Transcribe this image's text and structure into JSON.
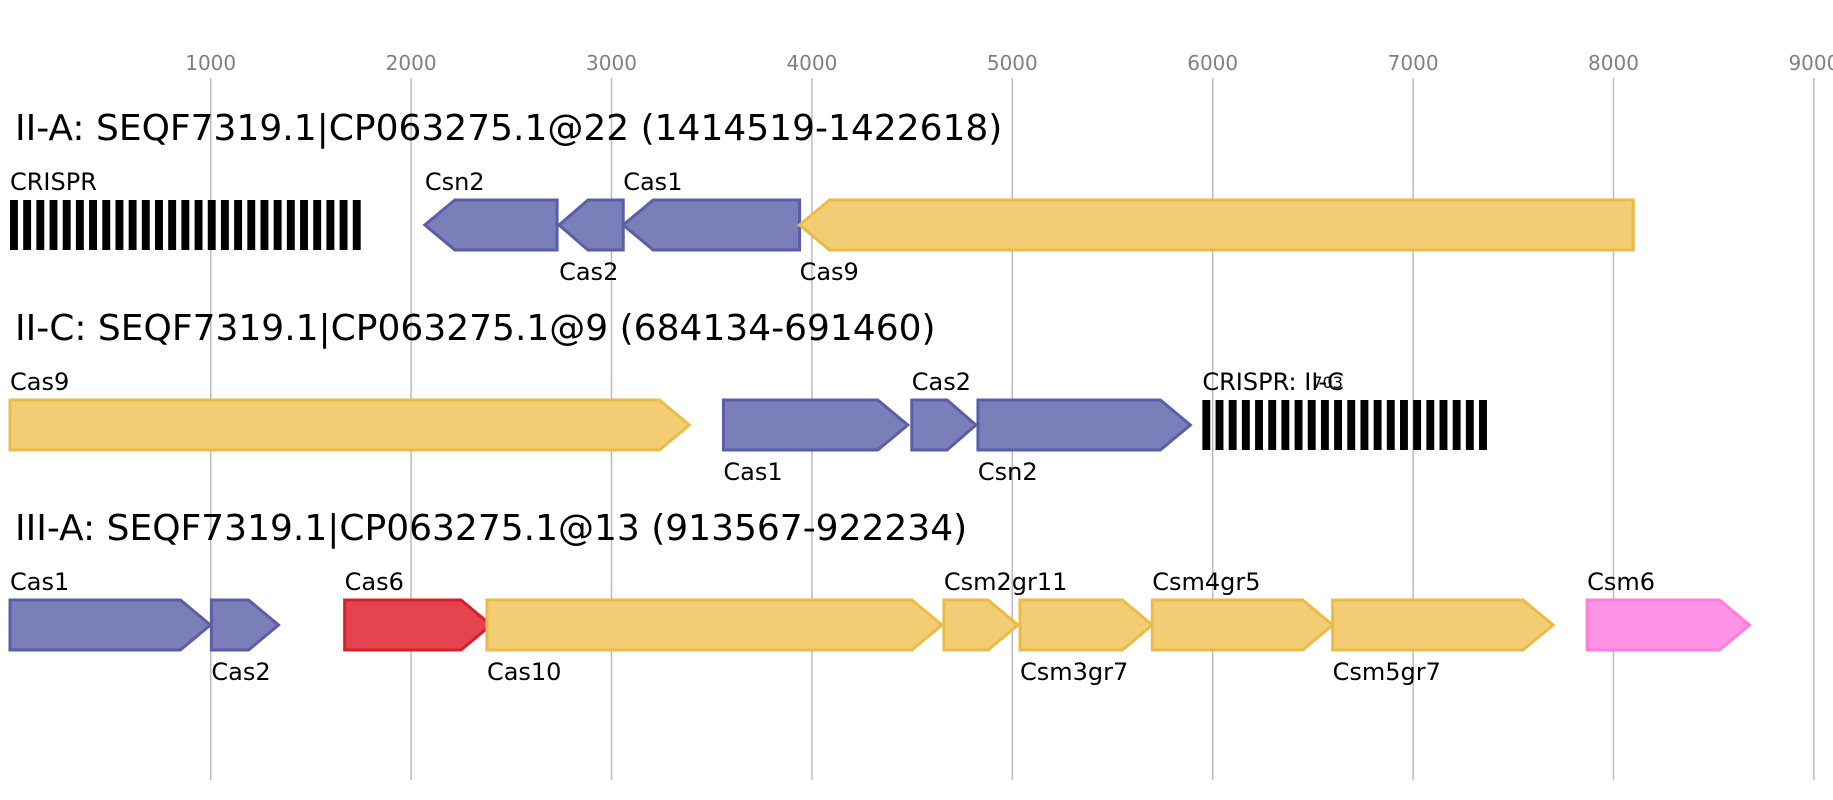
{
  "axis": {
    "ticks": [
      {
        "pos": 1000,
        "label": "1000"
      },
      {
        "pos": 2000,
        "label": "2000"
      },
      {
        "pos": 3000,
        "label": "3000"
      },
      {
        "pos": 4000,
        "label": "4000"
      },
      {
        "pos": 5000,
        "label": "5000"
      },
      {
        "pos": 6000,
        "label": "6000"
      },
      {
        "pos": 7000,
        "label": "7000"
      },
      {
        "pos": 8000,
        "label": "8000"
      },
      {
        "pos": 9000,
        "label": "9000"
      }
    ]
  },
  "colors": {
    "blue_fill": "#7b7fb9",
    "blue_stroke": "#5a5ea6",
    "yellow_fill": "#f2cd73",
    "yellow_stroke": "#eabb48",
    "red_fill": "#e5444f",
    "red_stroke": "#d6202d",
    "pink_fill": "#ff94e7",
    "pink_stroke": "#ff7ddc",
    "crispr": "#000000",
    "grid": "#bbbbbb"
  },
  "tracks": [
    {
      "title": "II-A: SEQF7319.1|CP063275.1@22 (1414519-1422618)",
      "crisprs": [
        {
          "label": "CRISPR",
          "start": 0,
          "end": 1750,
          "repeats": 27
        }
      ],
      "genes": [
        {
          "label": "Csn2",
          "start": 2070,
          "end": 2730,
          "strand": "-",
          "color": "blue",
          "label_pos": "above"
        },
        {
          "label": "Cas2",
          "start": 2740,
          "end": 3060,
          "strand": "-",
          "color": "blue",
          "label_pos": "below"
        },
        {
          "label": "Cas1",
          "start": 3060,
          "end": 3940,
          "strand": "-",
          "color": "blue",
          "label_pos": "above"
        },
        {
          "label": "Cas9",
          "start": 3940,
          "end": 8100,
          "strand": "-",
          "color": "yellow",
          "label_pos": "below"
        }
      ]
    },
    {
      "title": "II-C: SEQF7319.1|CP063275.1@9 (684134-691460)",
      "crisprs": [
        {
          "label": "CRISPR: II-C",
          "overlay": "703",
          "start": 5950,
          "end": 7370,
          "repeats": 22
        }
      ],
      "genes": [
        {
          "label": "Cas9",
          "start": 0,
          "end": 3390,
          "strand": "+",
          "color": "yellow",
          "label_pos": "above"
        },
        {
          "label": "Cas1",
          "start": 3560,
          "end": 4480,
          "strand": "+",
          "color": "blue",
          "label_pos": "below"
        },
        {
          "label": "Cas2",
          "start": 4500,
          "end": 4820,
          "strand": "+",
          "color": "blue",
          "label_pos": "above"
        },
        {
          "label": "Csn2",
          "start": 4830,
          "end": 5890,
          "strand": "+",
          "color": "blue",
          "label_pos": "below"
        }
      ]
    },
    {
      "title": "III-A: SEQF7319.1|CP063275.1@13 (913567-922234)",
      "crisprs": [],
      "genes": [
        {
          "label": "Cas1",
          "start": 0,
          "end": 1000,
          "strand": "+",
          "color": "blue",
          "label_pos": "above"
        },
        {
          "label": "Cas2",
          "start": 1005,
          "end": 1340,
          "strand": "+",
          "color": "blue",
          "label_pos": "below"
        },
        {
          "label": "Cas6",
          "start": 1670,
          "end": 2400,
          "strand": "+",
          "color": "red",
          "label_pos": "above"
        },
        {
          "label": "Cas10",
          "start": 2380,
          "end": 4650,
          "strand": "+",
          "color": "yellow",
          "label_pos": "below"
        },
        {
          "label": "Csm2gr11",
          "start": 4660,
          "end": 5030,
          "strand": "+",
          "color": "yellow",
          "label_pos": "above"
        },
        {
          "label": "Csm3gr7",
          "start": 5040,
          "end": 5700,
          "strand": "+",
          "color": "yellow",
          "label_pos": "below"
        },
        {
          "label": "Csm4gr5",
          "start": 5700,
          "end": 6600,
          "strand": "+",
          "color": "yellow",
          "label_pos": "above"
        },
        {
          "label": "Csm5gr7",
          "start": 6600,
          "end": 7700,
          "strand": "+",
          "color": "yellow",
          "label_pos": "below"
        },
        {
          "label": "Csm6",
          "start": 7870,
          "end": 8680,
          "strand": "+",
          "color": "pink",
          "label_pos": "above"
        }
      ]
    }
  ]
}
